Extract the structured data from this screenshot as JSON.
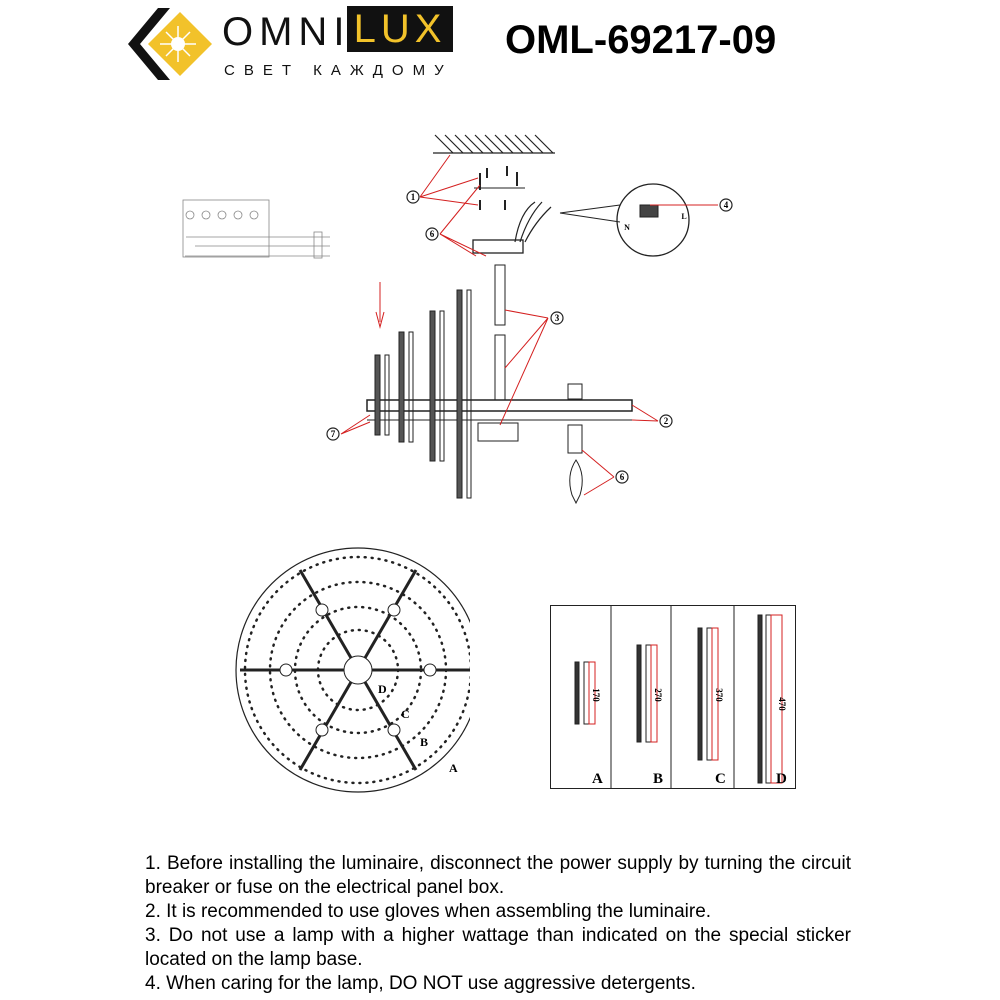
{
  "header": {
    "brand_omni": "OMNI",
    "brand_lux": "LUX",
    "tagline": "СВЕТ КАЖДОМУ",
    "model": "OML-69217-09",
    "colors": {
      "brand_yellow": "#f2c22a",
      "brand_black": "#111111",
      "callout_red": "#d42020"
    }
  },
  "assembly_diagram": {
    "callouts": [
      "1",
      "6",
      "4",
      "3",
      "2",
      "7",
      "6"
    ],
    "wire_labels": [
      "L",
      "N"
    ]
  },
  "top_view": {
    "labels": [
      "A",
      "B",
      "C",
      "D"
    ]
  },
  "rod_sizes": {
    "panels": [
      {
        "letter": "A",
        "length": "170"
      },
      {
        "letter": "B",
        "length": "270"
      },
      {
        "letter": "C",
        "length": "370"
      },
      {
        "letter": "D",
        "length": "470"
      }
    ]
  },
  "instructions": [
    "1. Before installing the luminaire, disconnect the power supply by turning the circuit breaker or fuse on the electrical panel box.",
    "2. It is recommended to use gloves when assembling the luminaire.",
    "3. Do not use a lamp with a higher wattage than indicated on the special sticker located on the lamp base.",
    "4. When caring for the lamp, DO NOT use aggressive detergents."
  ]
}
